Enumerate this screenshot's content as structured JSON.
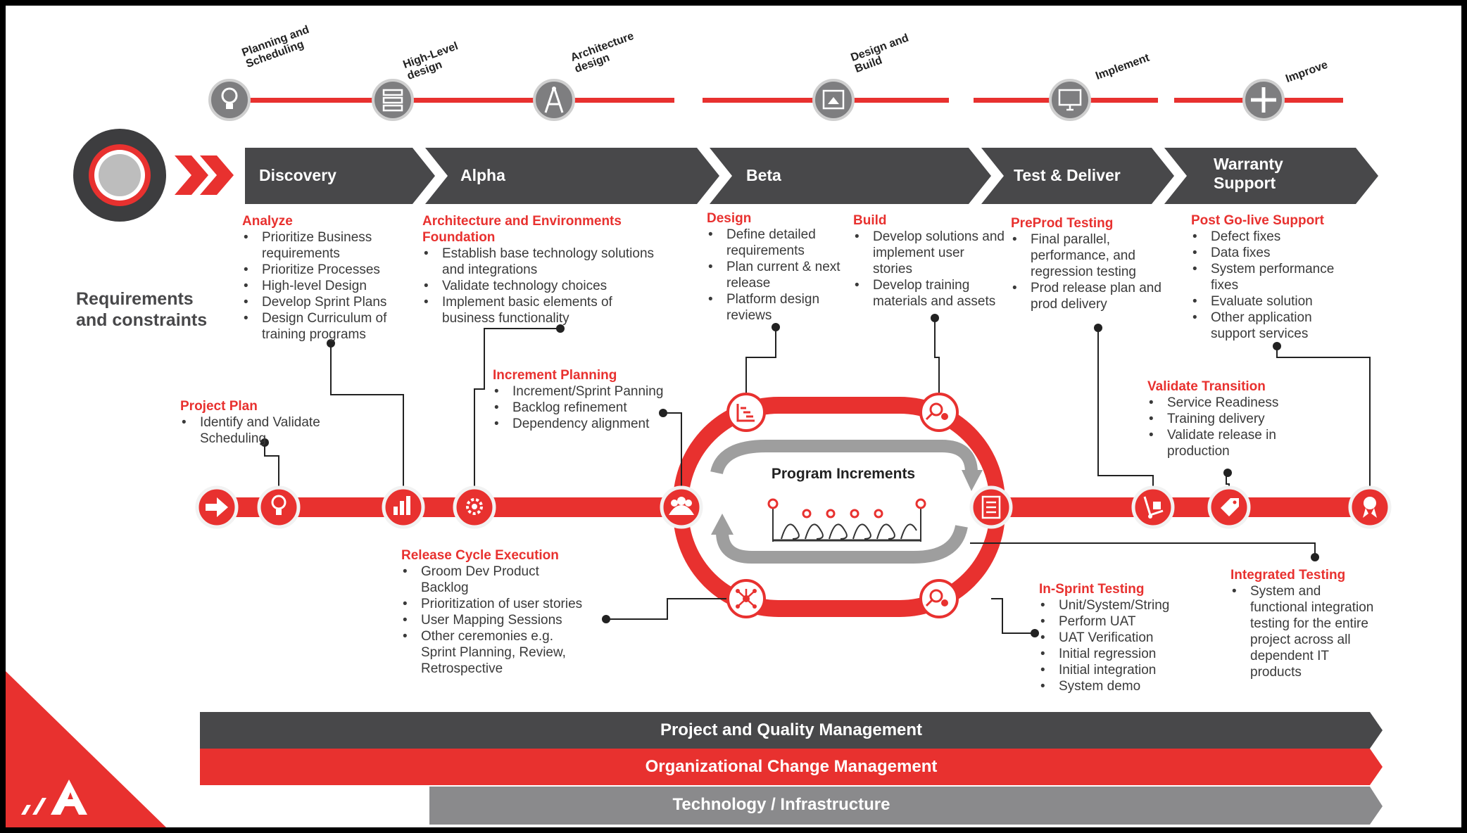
{
  "top_steps": [
    {
      "label": "Planning and\nScheduling",
      "icon": "lightbulb-icon"
    },
    {
      "label": "High-Level\ndesign",
      "icon": "server-stack-icon"
    },
    {
      "label": "Architecture\ndesign",
      "icon": "compass-icon"
    },
    {
      "label": "Design and\nBuild",
      "icon": "blueprint-icon"
    },
    {
      "label": "Implement",
      "icon": "monitor-icon"
    },
    {
      "label": "Improve",
      "icon": "plus-icon"
    }
  ],
  "phases": [
    "Discovery",
    "Alpha",
    "Beta",
    "Test & Deliver",
    "Warranty\nSupport"
  ],
  "requirements_label": "Requirements\nand constraints",
  "blocks": {
    "analyze": {
      "title": "Analyze",
      "items": [
        "Prioritize Business requirements",
        "Prioritize Processes",
        "High-level Design",
        "Develop Sprint Plans",
        "Design Curriculum of training programs"
      ]
    },
    "arch": {
      "title": "Architecture and Environments Foundation",
      "items": [
        "Establish base technology solutions and integrations",
        "Validate technology choices",
        "Implement basic elements of business functionality"
      ]
    },
    "design": {
      "title": "Design",
      "items": [
        "Define detailed requirements",
        "Plan current & next release",
        "Platform design reviews"
      ]
    },
    "build": {
      "title": "Build",
      "items": [
        "Develop solutions and implement user stories",
        "Develop training materials and assets"
      ]
    },
    "preprod": {
      "title": "PreProd Testing",
      "items": [
        "Final parallel, performance, and regression testing",
        "Prod release plan and prod delivery"
      ]
    },
    "postgolive": {
      "title": "Post Go-live Support",
      "items": [
        "Defect fixes",
        "Data fixes",
        "System performance fixes",
        "Evaluate solution",
        "Other application support services"
      ]
    },
    "projectplan": {
      "title": "Project Plan",
      "items": [
        "Identify and Validate Scheduling"
      ]
    },
    "increment": {
      "title": "Increment Planning",
      "items": [
        "Increment/Sprint Panning",
        "Backlog refinement",
        "Dependency alignment"
      ]
    },
    "validate": {
      "title": "Validate Transition",
      "items": [
        "Service Readiness",
        "Training delivery",
        "Validate release in production"
      ]
    },
    "release": {
      "title": "Release Cycle Execution",
      "items": [
        "Groom Dev Product Backlog",
        "Prioritization of user stories",
        "User Mapping Sessions",
        "Other ceremonies e.g. Sprint Planning, Review, Retrospective"
      ]
    },
    "insprint": {
      "title": "In-Sprint Testing",
      "items": [
        "Unit/System/String",
        "Perform UAT",
        "UAT Verification",
        "Initial regression",
        "Initial integration",
        "System demo"
      ]
    },
    "integrated": {
      "title": "Integrated Testing",
      "items": [
        "System  and functional integration testing for the entire project across all dependent IT products"
      ]
    }
  },
  "program_increments": "Program Increments",
  "bottom_bars": [
    "Project and Quality Management",
    "Organizational Change Management",
    "Technology / Infrastructure"
  ],
  "colors": {
    "red": "#e8312f",
    "dark": "#48484a",
    "grey": "#8a8a8c",
    "text": "#3a3a3a"
  }
}
